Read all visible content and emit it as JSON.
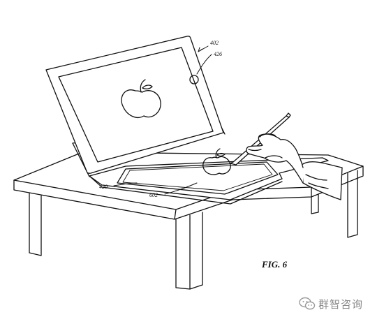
{
  "labels": {
    "tablet": "402",
    "camera": "426",
    "cover": "420",
    "input_surface": "602"
  },
  "caption": "FIG. 6",
  "watermark": {
    "text": "群智咨询",
    "icon": "wechat-icon"
  },
  "colors": {
    "line": "#111111",
    "watermark": "#8a8a8a"
  }
}
